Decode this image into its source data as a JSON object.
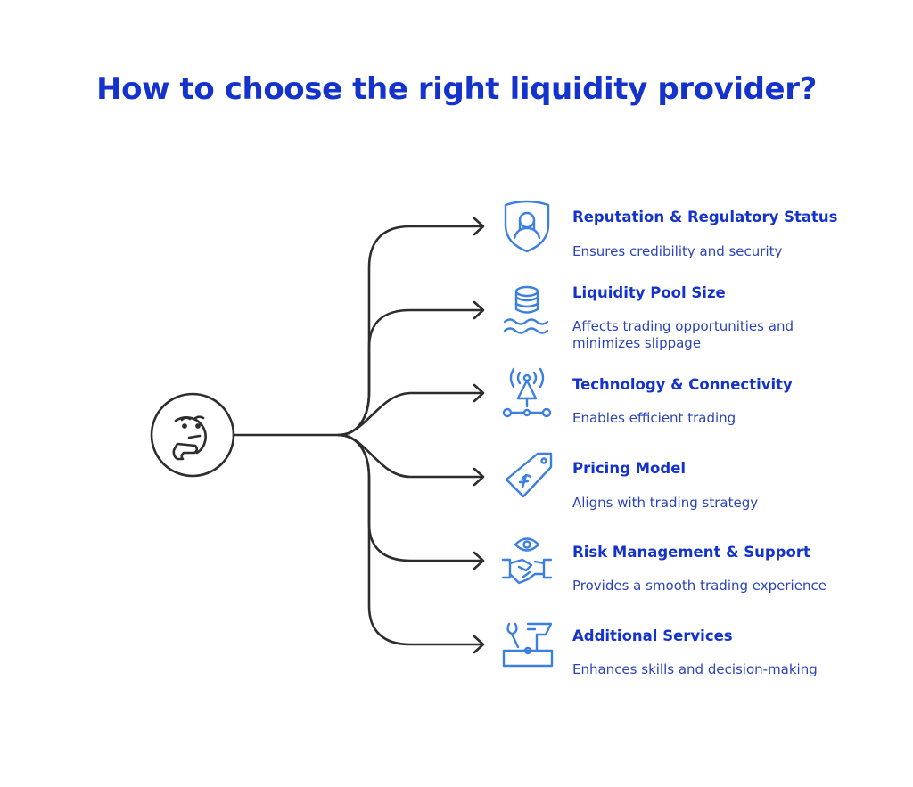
{
  "title": "How to choose the right liquidity provider?",
  "center_icon": "thinking-face-icon",
  "colors": {
    "title": "#1433cc",
    "icon": "#3b7fe0",
    "lines": "#2d2d2d"
  },
  "items": [
    {
      "icon": "shield-user-icon",
      "title": "Reputation & Regulatory Status",
      "description": "Ensures credibility and security"
    },
    {
      "icon": "database-waves-icon",
      "title": "Liquidity Pool Size",
      "description": "Affects trading opportunities and minimizes slippage"
    },
    {
      "icon": "antenna-network-icon",
      "title": "Technology & Connectivity",
      "description": "Enables efficient trading"
    },
    {
      "icon": "price-tag-icon",
      "title": "Pricing Model",
      "description": "Aligns with trading strategy"
    },
    {
      "icon": "handshake-eye-icon",
      "title": "Risk Management & Support",
      "description": "Provides a smooth trading experience"
    },
    {
      "icon": "toolbox-icon",
      "title": "Additional Services",
      "description": "Enhances skills and decision-making"
    }
  ]
}
